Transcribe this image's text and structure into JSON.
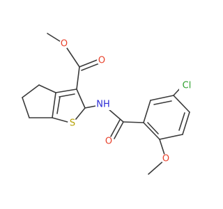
{
  "colors": {
    "bond": "#3a3a3a",
    "O": "#e8412b",
    "N": "#2b2bd6",
    "S": "#b5a000",
    "Cl": "#2fa12f"
  },
  "molecule": {
    "atoms": [
      {
        "id": "O_ester",
        "label": "O",
        "element": "O"
      },
      {
        "id": "O_carbonyl1",
        "label": "O",
        "element": "O"
      },
      {
        "id": "NH",
        "label": "NH",
        "element": "N"
      },
      {
        "id": "S",
        "label": "S",
        "element": "S"
      },
      {
        "id": "O_amide",
        "label": "O",
        "element": "O"
      },
      {
        "id": "Cl",
        "label": "Cl",
        "element": "Cl"
      },
      {
        "id": "O_methoxy",
        "label": "O",
        "element": "O"
      }
    ]
  }
}
